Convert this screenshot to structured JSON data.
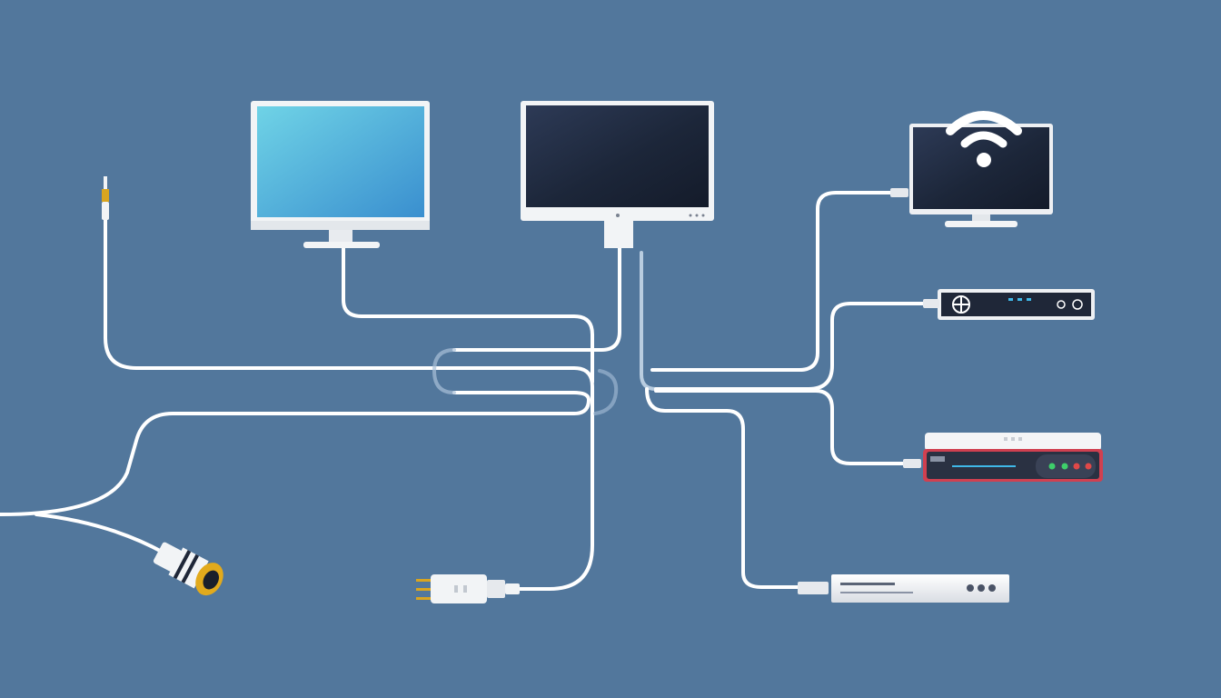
{
  "colors": {
    "background": "#52779c",
    "cable": "#ffffff",
    "monitor_frame": "#f2f4f6",
    "monitor_screen_blue": "#4fb6d8",
    "monitor_screen_dark": "#1f2a40",
    "device_body": "#eef0f3",
    "device_dark_panel": "#2a3142",
    "led_blue": "#3fb8e8",
    "led_green": "#3ecf6a",
    "led_red": "#e04848",
    "connector_gold": "#d9a520",
    "router_accent_red": "#d04050"
  },
  "icons": {
    "wifi": "wifi-icon",
    "power_plug": "power-plug-icon",
    "audio_jack": "audio-jack-icon",
    "coax_connector": "coax-connector-icon"
  },
  "devices": [
    {
      "name": "monitor-left",
      "screen": "blue"
    },
    {
      "name": "monitor-center",
      "screen": "dark"
    },
    {
      "name": "smart-tv",
      "screen": "dark",
      "icon": "wifi-icon"
    },
    {
      "name": "network-switch"
    },
    {
      "name": "router"
    },
    {
      "name": "media-box"
    }
  ]
}
